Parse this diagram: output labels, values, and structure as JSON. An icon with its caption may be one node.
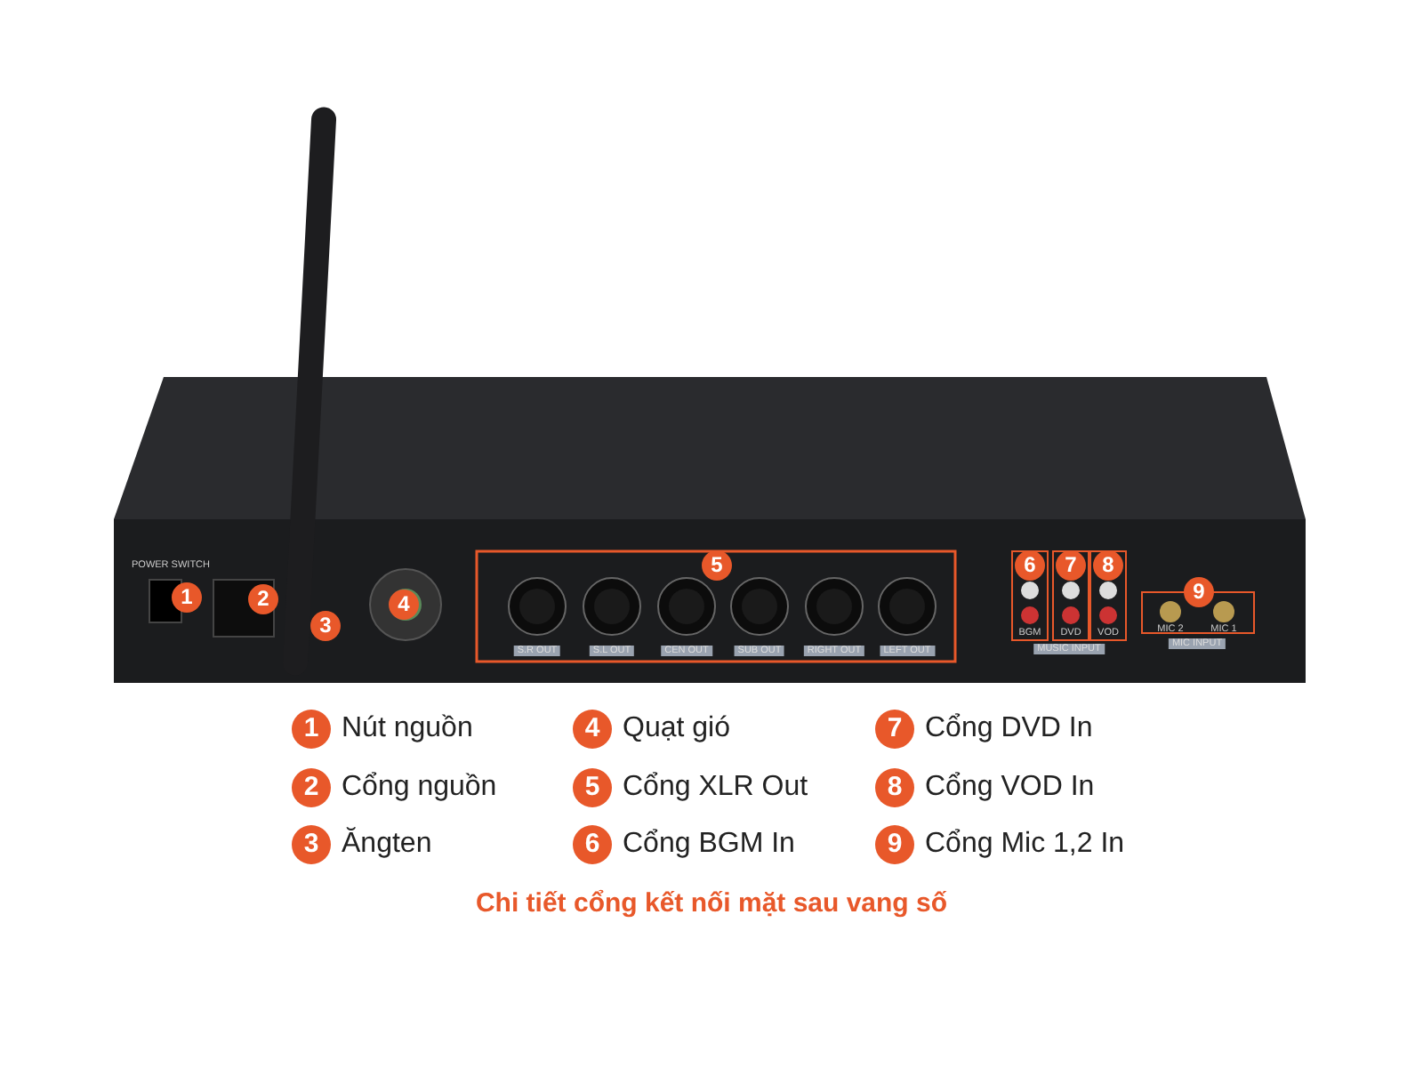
{
  "diagram": {
    "caption": "Chi tiết cổng kết nối mặt sau vang số",
    "labels": [
      "POWER SWITCH",
      "1",
      "2",
      "3",
      "4",
      "5",
      "6",
      "7",
      "8",
      "9",
      "S.R OUT",
      "S.L OUT",
      "CEN OUT",
      "SUB OUT",
      "RIGHT OUT",
      "LEFT OUT",
      "BGM",
      "DVD",
      "VOD",
      "MIC 2",
      "MIC 1",
      "MUSIC INPUT",
      "MIC INPUT",
      "1",
      "Nút nguồn",
      "4",
      "Quạt gió",
      "7",
      "Cổng DVD In",
      "2",
      "Cổng nguồn",
      "5",
      "Cổng XLR Out",
      "8",
      "Cổng VOD In",
      "3",
      "Ăngten",
      "6",
      "Cổng BGM In",
      "9",
      "Cổng Mic 1,2 In"
    ]
  }
}
